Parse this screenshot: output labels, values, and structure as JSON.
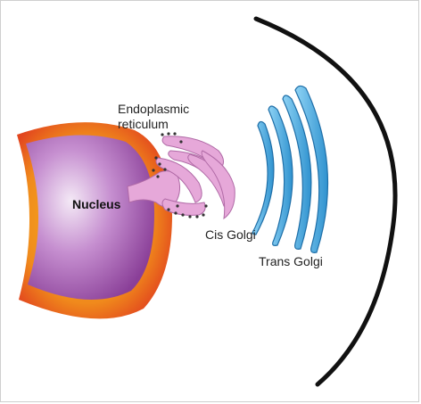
{
  "labels": {
    "endoplasmic_reticulum": "Endoplasmic reticulum",
    "nucleus": "Nucleus",
    "cis_golgi": "Cis Golgi",
    "trans_golgi": "Trans Golgi"
  },
  "colors": {
    "cell_outer": "#e8501f",
    "cell_middle": "#f7a01c",
    "nucleus": "#9b4fa6",
    "nucleus_highlight": "#f1e6f4",
    "er": "#e6a8d9",
    "er_stroke": "#b06aa6",
    "trans_golgi": "#4aaee0",
    "trans_golgi_stroke": "#1f6fa8",
    "membrane": "#111111"
  }
}
